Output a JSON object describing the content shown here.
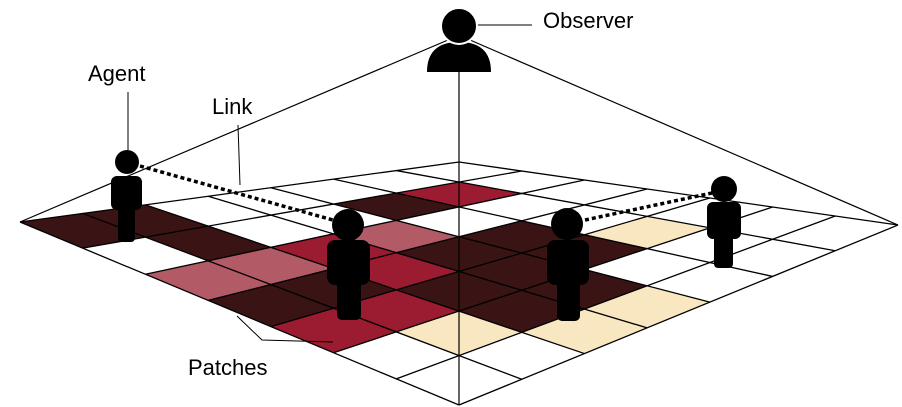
{
  "labels": {
    "observer": "Observer",
    "agent": "Agent",
    "link": "Link",
    "patches": "Patches"
  },
  "colors": {
    "white": "#ffffff",
    "dark_maroon": "#3a1414",
    "crimson": "#9b1b30",
    "pink": "#b25a66",
    "cream": "#f8e7c0",
    "outline": "#000000",
    "figure": "#000000"
  },
  "grid": {
    "rows": 7,
    "cols": 7,
    "cells": [
      [
        "dark_maroon",
        "dark_maroon",
        "white",
        "white",
        "white",
        "white",
        "white"
      ],
      [
        "white",
        "dark_maroon",
        "white",
        "white",
        "dark_maroon",
        "crimson",
        "white"
      ],
      [
        "pink",
        "pink",
        "crimson",
        "pink",
        "white",
        "white",
        "white"
      ],
      [
        "dark_maroon",
        "dark_maroon",
        "crimson",
        "dark_maroon",
        "dark_maroon",
        "white",
        "white"
      ],
      [
        "crimson",
        "crimson",
        "dark_maroon",
        "dark_maroon",
        "dark_maroon",
        "cream",
        "white"
      ],
      [
        "white",
        "cream",
        "dark_maroon",
        "dark_maroon",
        "white",
        "white",
        "white"
      ],
      [
        "white",
        "white",
        "cream",
        "cream",
        "white",
        "white",
        "white"
      ]
    ]
  }
}
